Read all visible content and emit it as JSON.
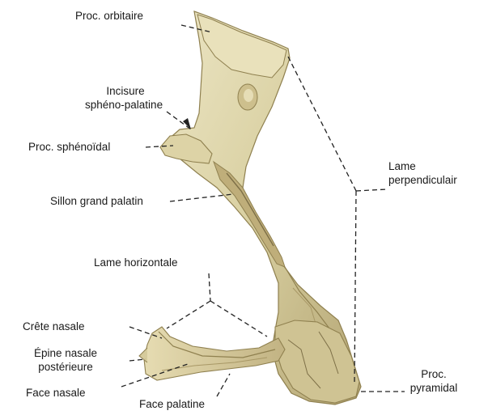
{
  "colors": {
    "bone_base": "#d8cfa0",
    "bone_light": "#ece5c4",
    "bone_shadow": "#a89866",
    "bone_dark": "#7d6f47",
    "leader": "#222222"
  },
  "labels": {
    "proc_orbitaire": "Proc. orbitaire",
    "incisure_line1": "Incisure",
    "incisure_line2": "sphéno-palatine",
    "proc_sphenoidal": "Proc. sphénoïdal",
    "sillon": "Sillon grand palatin",
    "lame_perp_line1": "Lame",
    "lame_perp_line2": "perpendiculair",
    "lame_horiz": "Lame horizontale",
    "crete_nasale": "Crête nasale",
    "epine_line1": "Épine nasale",
    "epine_line2": "postérieure",
    "face_nasale": "Face nasale",
    "face_palatine": "Face palatine",
    "proc_pyr_line1": "Proc.",
    "proc_pyr_line2": "pyramidal"
  }
}
